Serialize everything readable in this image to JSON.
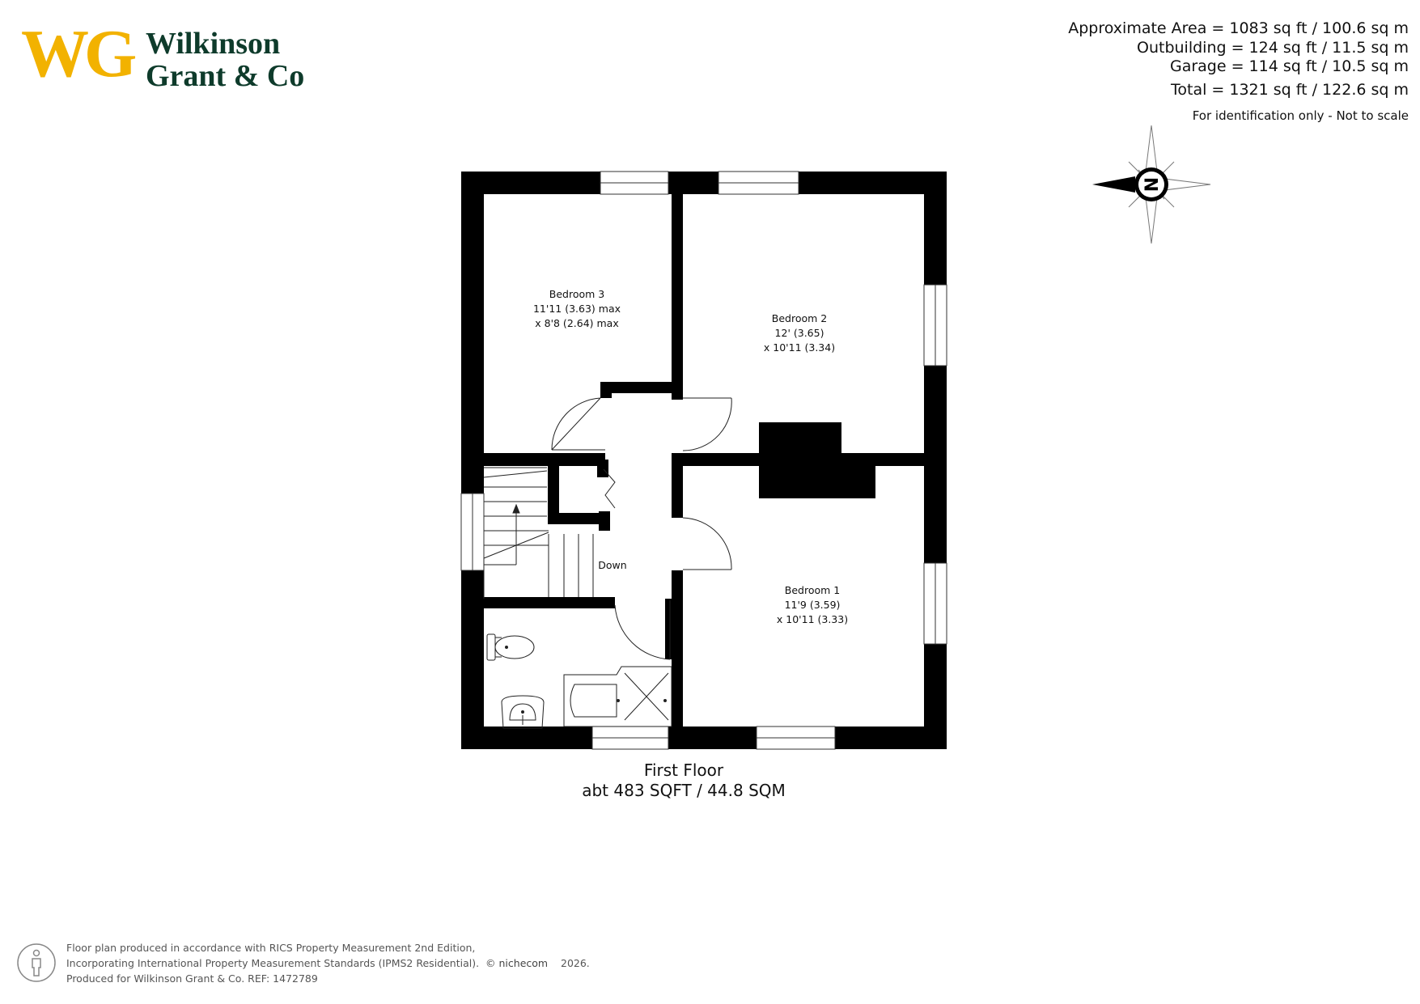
{
  "brand": {
    "mark": "WG",
    "name_line1": "Wilkinson",
    "name_line2": "Grant & Co",
    "colors": {
      "yellow": "#f2b200",
      "green": "#0e3b2b"
    }
  },
  "areas": {
    "approximate": "Approximate Area = 1083 sq ft / 100.6 sq m",
    "outbuilding": "Outbuilding  = 124 sq ft / 11.5 sq m",
    "garage": "Garage = 114 sq ft / 10.5 sq m",
    "total": "Total = 1321 sq ft / 122.6 sq m",
    "note": "For identification only - Not to scale"
  },
  "compass": {
    "label": "N",
    "icon": "compass-icon"
  },
  "rooms": {
    "bedroom3": {
      "name": "Bedroom 3",
      "dim1": "11'11 (3.63) max",
      "dim2": "x 8'8 (2.64) max"
    },
    "bedroom2": {
      "name": "Bedroom 2",
      "dim1": "12' (3.65)",
      "dim2": "x 10'11 (3.34)"
    },
    "bedroom1": {
      "name": "Bedroom 1",
      "dim1": "11'9 (3.59)",
      "dim2": "x 10'11 (3.33)"
    },
    "stairs_label": "Down"
  },
  "floor": {
    "name": "First Floor",
    "area": "abt 483 SQFT / 44.8 SQM"
  },
  "footer": {
    "line1": "Floor plan produced in accordance with RICS Property Measurement 2nd Edition,",
    "line2": "Incorporating International Property Measurement Standards (IPMS2 Residential).",
    "copyright": "© nichecom",
    "year": "2026.",
    "line3": "Produced for Wilkinson Grant & Co.   REF:  1472789"
  }
}
